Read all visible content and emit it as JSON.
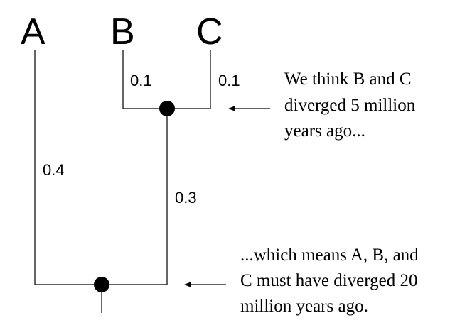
{
  "tree": {
    "taxa": {
      "a": "A",
      "b": "B",
      "c": "C"
    },
    "branch_lengths": {
      "a": "0.4",
      "b": "0.1",
      "c": "0.1",
      "bc_internal": "0.3"
    }
  },
  "annotations": {
    "upper": {
      "line1": "We think B and C",
      "line2": "diverged 5 million",
      "line3": "years ago..."
    },
    "lower": {
      "line1": "...which means A, B, and",
      "line2": "C must have diverged 20",
      "line3": "million years ago."
    }
  },
  "colors": {
    "ink": "#000000",
    "background": "#ffffff"
  }
}
